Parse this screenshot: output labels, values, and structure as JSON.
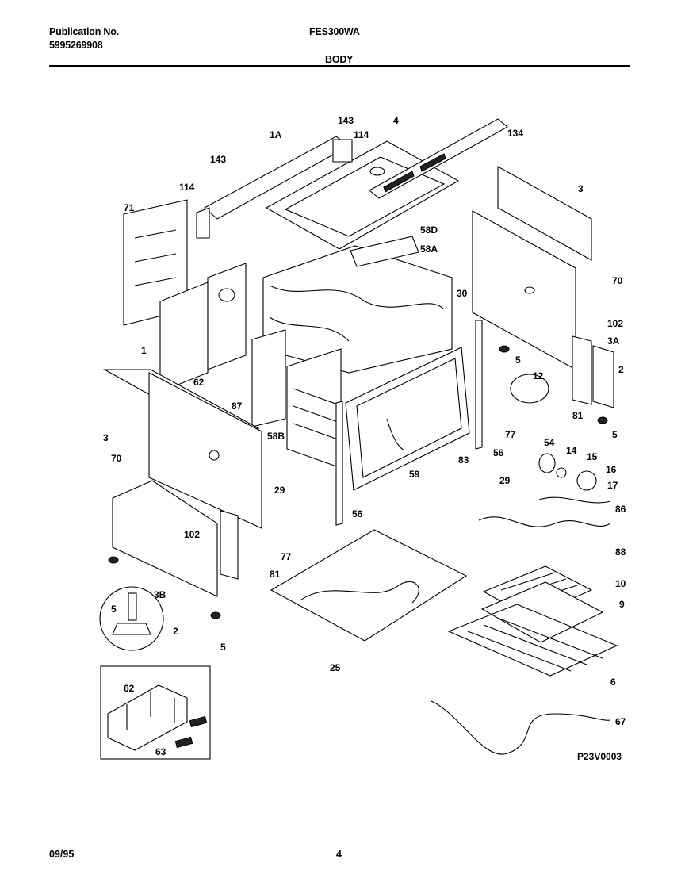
{
  "header": {
    "publication_label": "Publication No.",
    "publication_number": "5995269908",
    "model": "FES300WA",
    "section": "BODY"
  },
  "diagram": {
    "callouts": [
      "143",
      "143",
      "114",
      "114",
      "1A",
      "4",
      "134",
      "71",
      "58D",
      "58A",
      "3",
      "70",
      "30",
      "102",
      "3A",
      "2",
      "1",
      "62",
      "87",
      "12",
      "5",
      "81",
      "5",
      "3",
      "70",
      "58B",
      "77",
      "54",
      "14",
      "15",
      "16",
      "17",
      "29",
      "29",
      "56",
      "56",
      "83",
      "59",
      "86",
      "88",
      "102",
      "77",
      "81",
      "10",
      "9",
      "5",
      "3B",
      "2",
      "5",
      "25",
      "6",
      "67",
      "62",
      "63"
    ],
    "drawing_code": "P23V0003"
  },
  "footer": {
    "date": "09/95",
    "page": "4"
  }
}
